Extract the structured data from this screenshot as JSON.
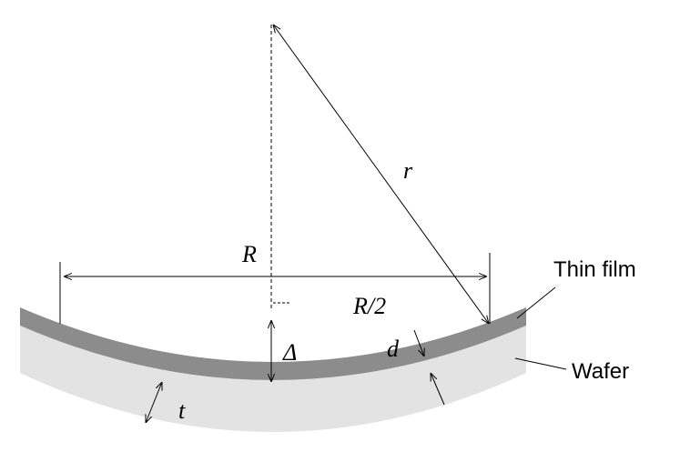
{
  "labels": {
    "big_r": "R",
    "small_r": "r",
    "half_r": "R/2",
    "delta": "Δ",
    "d": "d",
    "t": "t"
  },
  "callouts": {
    "thin_film": "Thin film",
    "wafer": "Wafer"
  },
  "colors": {
    "thin_film": "#8c8c8c",
    "wafer": "#e3e3e3",
    "line": "#000000"
  }
}
